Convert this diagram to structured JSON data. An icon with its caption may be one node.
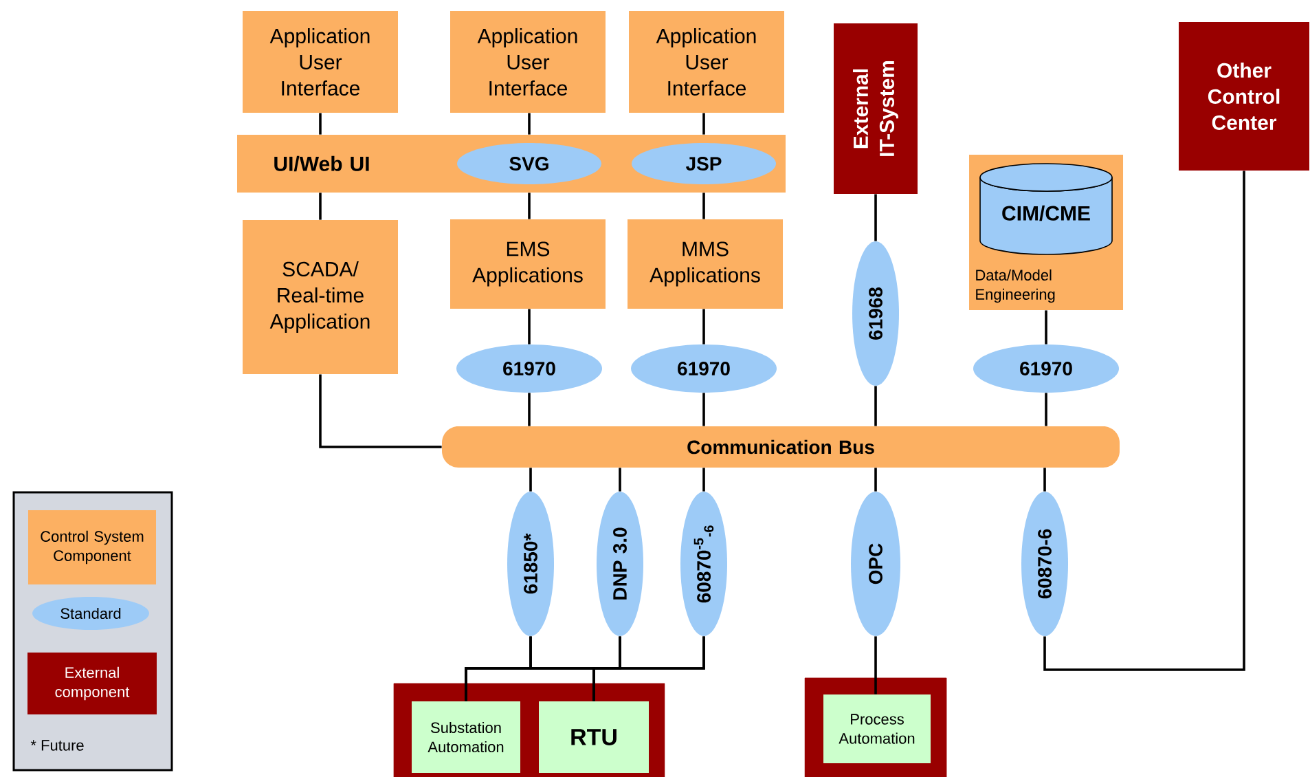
{
  "diagram": {
    "nodes": [
      {
        "text": [
          "Application User Interface"
        ]
      },
      {
        "text": [
          "Application User Interface"
        ]
      },
      {
        "text": [
          "Application User Interface"
        ]
      },
      {
        "text": [
          "UI/Web UI"
        ]
      },
      {
        "text": [
          "SVG"
        ],
        "in": 3
      },
      {
        "text": [
          "JSP"
        ],
        "in": 3
      },
      {
        "text": [
          "SCADA/ Real-time Application"
        ]
      },
      {
        "text": [
          "EMS Applications"
        ]
      },
      {
        "text": [
          "MMS Applications"
        ]
      },
      {
        "text": [
          "External IT-System"
        ]
      },
      {
        "text": [
          "Data/Model Engineering"
        ]
      },
      {
        "text": [
          "CIM/CME"
        ],
        "in": 10
      },
      {
        "text": [
          "Other Control Center"
        ]
      },
      {
        "text": [
          "61970"
        ]
      },
      {
        "text": [
          "61970"
        ]
      },
      {
        "text": [
          "61968"
        ]
      },
      {
        "text": [
          "61970"
        ]
      },
      {
        "text": [
          "Communication Bus"
        ]
      },
      {
        "text": [
          "61850*"
        ]
      },
      {
        "text": [
          "DNP 3.0"
        ]
      },
      {
        "text": [
          "60870$^{-5}$$_{-6}$"
        ]
      },
      {
        "text": [
          "OPC"
        ]
      },
      {
        "text": [
          "60870-6"
        ]
      },
      {
        "text": [],
        "shape": "box"
      },
      {
        "text": [
          "Substation Automation"
        ],
        "in": 23
      },
      {
        "text": [
          "RTU"
        ],
        "in": 23
      },
      {
        "text": [],
        "shape": "box"
      },
      {
        "text": [
          "Process Automation"
        ],
        "in": 26
      }
    ],
    "edges": [
      {
        "from": 0,
        "to": 3,
        "arrow": "none"
      },
      {
        "from": 1,
        "to": 3,
        "arrow": "none"
      },
      {
        "from": 2,
        "to": 3,
        "arrow": "none"
      },
      {
        "from": 3,
        "to": 6,
        "arrow": "none"
      },
      {
        "from": 3,
        "to": 7,
        "arrow": "none"
      },
      {
        "from": 3,
        "to": 8,
        "arrow": "none"
      },
      {
        "from": 6,
        "to": 17,
        "arrow": "none"
      },
      {
        "from": 7,
        "to": 13,
        "arrow": "none"
      },
      {
        "from": 8,
        "to": 14,
        "arrow": "none"
      },
      {
        "from": 13,
        "to": 17,
        "arrow": "none"
      },
      {
        "from": 14,
        "to": 17,
        "arrow": "none"
      },
      {
        "from": 9,
        "to": 15,
        "arrow": "none"
      },
      {
        "from": 15,
        "to": 17,
        "arrow": "none"
      },
      {
        "from": 10,
        "to": 16,
        "arrow": "none"
      },
      {
        "from": 16,
        "to": 17,
        "arrow": "none"
      },
      {
        "from": 17,
        "to": 18,
        "arrow": "none"
      },
      {
        "from": 17,
        "to": 19,
        "arrow": "none"
      },
      {
        "from": 17,
        "to": 20,
        "arrow": "none"
      },
      {
        "from": 17,
        "to": 21,
        "arrow": "none"
      },
      {
        "from": 17,
        "to": 22,
        "arrow": "none"
      },
      {
        "from": 18,
        "to": 24,
        "arrow": "none"
      },
      {
        "from": 18,
        "to": 25,
        "arrow": "none"
      },
      {
        "from": 19,
        "to": 24,
        "arrow": "none"
      },
      {
        "from": 19,
        "to": 25,
        "arrow": "none"
      },
      {
        "from": 20,
        "to": 24,
        "arrow": "none"
      },
      {
        "from": 20,
        "to": 25,
        "arrow": "none"
      },
      {
        "from": 21,
        "to": 27,
        "arrow": "none"
      },
      {
        "from": 22,
        "to": 12,
        "arrow": "none"
      }
    ],
    "labels": [
      "* Future"
    ],
    "legend": [
      {
        "text": "Control System Component",
        "color": "#fcb062"
      },
      {
        "text": "Standard",
        "color": "#9dcbf7"
      },
      {
        "text": "External component",
        "color": "#990000"
      }
    ]
  }
}
